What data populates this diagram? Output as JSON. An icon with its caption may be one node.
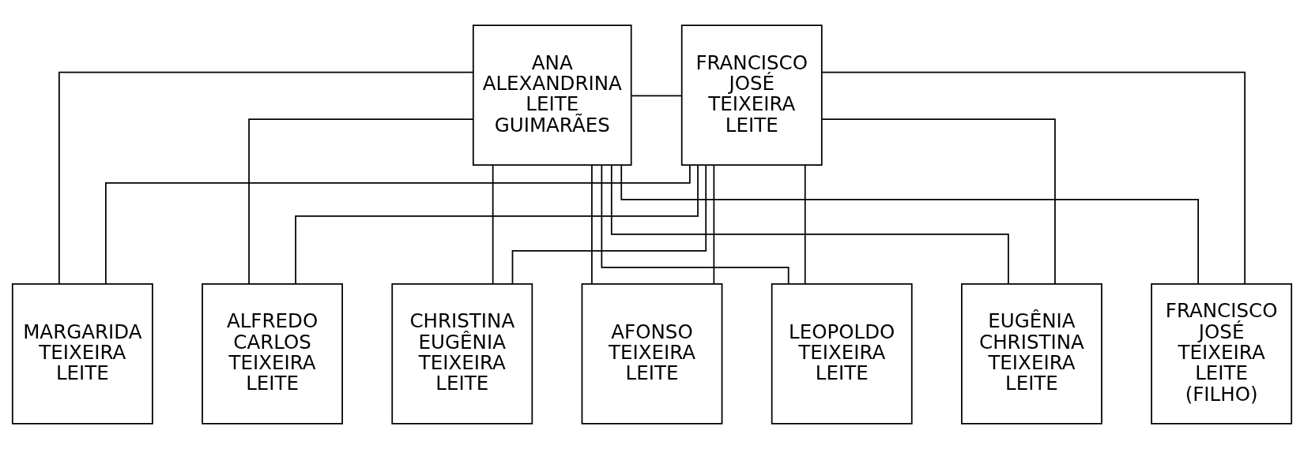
{
  "diagram": {
    "nodes": [
      {
        "text": [
          "ANA ALEXANDRINA LEITE GUIMARÃES"
        ]
      },
      {
        "text": [
          "FRANCISCO JOSÉ TEIXEIRA LEITE"
        ]
      },
      {
        "text": [
          "ALFREDO CARLOS TEIXEIRA LEITE"
        ]
      },
      {
        "text": [
          "CHRISTINA EUGÊNIA TEIXEIRA LEITE"
        ]
      },
      {
        "text": [
          "AFONSO TEIXEIRA LEITE"
        ]
      },
      {
        "text": [
          "LEOPOLDO TEIXEIRA LEITE"
        ]
      },
      {
        "text": [
          "EUGÊNIA CHRISTINA TEIXEIRA LEITE"
        ]
      },
      {
        "text": [
          "FRANCISCO JOSÉ TEIXEIRA LEITE (FILHO)"
        ]
      },
      {
        "text": [
          "MARGARIDA TEIXEIRA LEITE"
        ]
      }
    ],
    "edges": [
      {
        "from": 0,
        "to": 1,
        "arrow": "none"
      },
      {
        "from": 0,
        "to": 2,
        "arrow": "none"
      },
      {
        "from": 1,
        "to": 2,
        "arrow": "none"
      },
      {
        "from": 0,
        "to": 3,
        "arrow": "none"
      },
      {
        "from": 1,
        "to": 3,
        "arrow": "none"
      },
      {
        "from": 0,
        "to": 4,
        "arrow": "none"
      },
      {
        "from": 1,
        "to": 4,
        "arrow": "none"
      },
      {
        "from": 0,
        "to": 5,
        "arrow": "none"
      },
      {
        "from": 1,
        "to": 5,
        "arrow": "none"
      },
      {
        "from": 0,
        "to": 6,
        "arrow": "none"
      },
      {
        "from": 1,
        "to": 6,
        "arrow": "none"
      },
      {
        "from": 0,
        "to": 7,
        "arrow": "none"
      },
      {
        "from": 1,
        "to": 7,
        "arrow": "none"
      },
      {
        "from": 0,
        "to": 8,
        "arrow": "none"
      },
      {
        "from": 1,
        "to": 8,
        "arrow": "none"
      }
    ]
  }
}
